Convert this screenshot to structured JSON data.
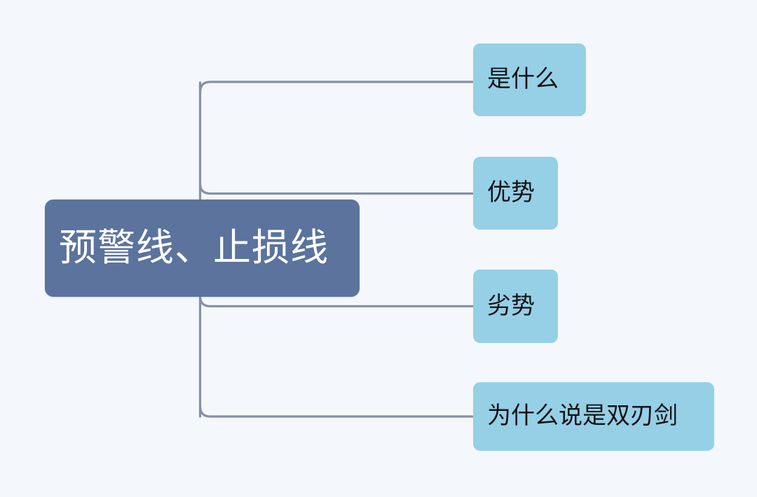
{
  "diagram": {
    "type": "mind-map",
    "orientation": "left-to-right",
    "background_color": "#f4f8fc",
    "connector_color": "#8691a8",
    "root": {
      "label": "预警线、止损线",
      "fill_color": "#5b739d",
      "text_color": "#ffffff"
    },
    "children": [
      {
        "label": "是什么",
        "fill_color": "#96d0e6",
        "text_color": "#111418"
      },
      {
        "label": "优势",
        "fill_color": "#96d0e6",
        "text_color": "#111418"
      },
      {
        "label": "劣势",
        "fill_color": "#96d0e6",
        "text_color": "#111418"
      },
      {
        "label": "为什么说是双刃剑",
        "fill_color": "#96d0e6",
        "text_color": "#111418"
      }
    ]
  }
}
